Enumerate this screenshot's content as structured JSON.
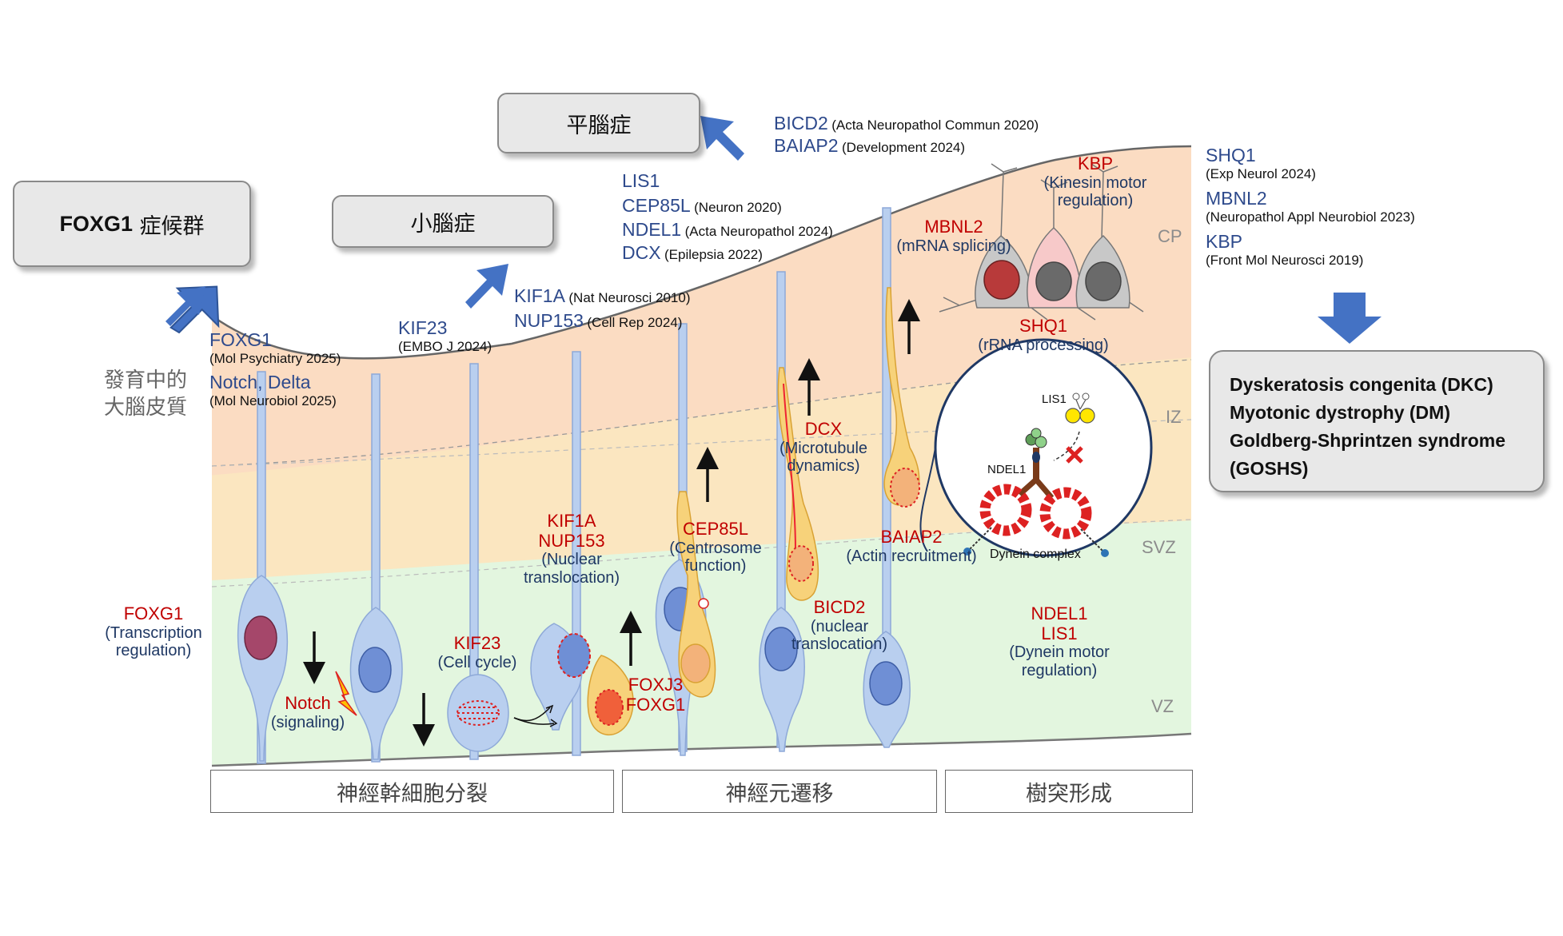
{
  "colors": {
    "cp_zone": "#fbdcc2",
    "iz_zone": "#fbe6c0",
    "svz_vz_zone": "#e3f6df",
    "radial_glia": "#b9cfef",
    "nucleus_blue": "#6f8fd5",
    "neuron_yellow": "#f7d27a",
    "arrow_blue": "#4472c4",
    "gene_blue": "#2e4a8c",
    "mechanism_red": "#c00000",
    "mechanism_navy": "#1f3864"
  },
  "phenotypes": {
    "foxg1_syndrome": {
      "gene": "FOXG1",
      "label": "症候群"
    },
    "microcephaly": "小腦症",
    "lissencephaly": "平腦症"
  },
  "cortex_label": {
    "line1": "發育中的",
    "line2": "大腦皮質"
  },
  "zones": {
    "cp": "CP",
    "iz": "IZ",
    "svz": "SVZ",
    "vz": "VZ"
  },
  "genes_refs": {
    "foxg1": {
      "gene": "FOXG1",
      "ref": "(Mol Psychiatry 2025)"
    },
    "notch_delta": {
      "gene": "Notch, Delta",
      "ref": "(Mol Neurobiol 2025)"
    },
    "kif23": {
      "gene": "KIF23",
      "ref": "(EMBO J 2024)"
    },
    "kif1a": {
      "gene": "KIF1A",
      "ref": "(Nat Neurosci 2010)"
    },
    "nup153": {
      "gene": "NUP153",
      "ref": "(Cell Rep 2024)"
    },
    "lis1": {
      "gene": "LIS1"
    },
    "cep85l": {
      "gene": "CEP85L",
      "ref": "(Neuron 2020)"
    },
    "ndel1": {
      "gene": "NDEL1",
      "ref": "(Acta Neuropathol 2024)"
    },
    "dcx": {
      "gene": "DCX",
      "ref": "(Epilepsia 2022)"
    },
    "bicd2": {
      "gene": "BICD2",
      "ref": "(Acta Neuropathol Commun 2020)"
    },
    "baiap2": {
      "gene": "BAIAP2",
      "ref": "(Development 2024)"
    },
    "shq1": {
      "gene": "SHQ1",
      "ref": "(Exp Neurol 2024)"
    },
    "mbnl2": {
      "gene": "MBNL2",
      "ref": "(Neuropathol Appl Neurobiol 2023)"
    },
    "kbp": {
      "gene": "KBP",
      "ref": "(Front Mol Neurosci 2019)"
    }
  },
  "mechanisms": {
    "foxg1": {
      "gene": "FOXG1",
      "l1": "(Transcription",
      "l2": "regulation)"
    },
    "notch": {
      "gene": "Notch",
      "l1": "(signaling)"
    },
    "kif23": {
      "gene": "KIF23",
      "l1": "(Cell cycle)"
    },
    "kif1a": {
      "gene1": "KIF1A",
      "gene2": "NUP153",
      "l1": "(Nuclear",
      "l2": "translocation)"
    },
    "foxj3": {
      "gene1": "FOXJ3",
      "gene2": "FOXG1"
    },
    "cep85l": {
      "gene": "CEP85L",
      "l1": "(Centrosome",
      "l2": "function)"
    },
    "dcx": {
      "gene": "DCX",
      "l1": "(Microtubule",
      "l2": "dynamics)"
    },
    "bicd2": {
      "gene": "BICD2",
      "l1": "(nuclear",
      "l2": "translocation)"
    },
    "baiap2": {
      "gene": "BAIAP2",
      "l1": "(Actin recruitment)"
    },
    "mbnl2": {
      "gene": "MBNL2",
      "l1": "(mRNA splicing)"
    },
    "kbp": {
      "gene": "KBP",
      "l1": "(Kinesin motor",
      "l2": "regulation)"
    },
    "shq1": {
      "gene": "SHQ1",
      "l1": "(rRNA processing)"
    },
    "ndel1": {
      "gene1": "NDEL1",
      "gene2": "LIS1",
      "l1": "(Dynein motor",
      "l2": "regulation)"
    }
  },
  "inset": {
    "lis1": "LIS1",
    "ndel1": "NDEL1",
    "dynein": "Dynein complex"
  },
  "diseases": [
    "Dyskeratosis congenita (DKC)",
    "Myotonic dystrophy (DM)",
    "Goldberg-Shprintzen syndrome",
    "(GOSHS)"
  ],
  "processes": [
    "神經幹細胞分裂",
    "神經元遷移",
    "樹突形成"
  ]
}
